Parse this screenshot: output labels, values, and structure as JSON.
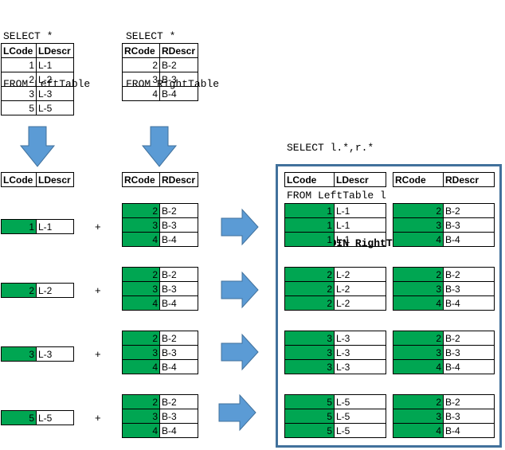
{
  "queries": {
    "left": [
      "SELECT *",
      "FROM LeftTable"
    ],
    "right": [
      "SELECT *",
      "FROM RightTable"
    ],
    "cross": [
      "SELECT l.*,r.*",
      "FROM LeftTable l",
      "CROSS JOIN RightTable r"
    ]
  },
  "left_table": {
    "headers": [
      "LCode",
      "LDescr"
    ],
    "rows": [
      [
        "1",
        "L-1"
      ],
      [
        "2",
        "L-2"
      ],
      [
        "3",
        "L-3"
      ],
      [
        "5",
        "L-5"
      ]
    ]
  },
  "right_table": {
    "headers": [
      "RCode",
      "RDescr"
    ],
    "rows": [
      [
        "2",
        "B-2"
      ],
      [
        "3",
        "B-3"
      ],
      [
        "4",
        "B-4"
      ]
    ]
  },
  "plus_symbol": "+",
  "colors": {
    "highlight": "#00a652",
    "arrow": "#5b9bd5",
    "frame": "#41719c"
  }
}
